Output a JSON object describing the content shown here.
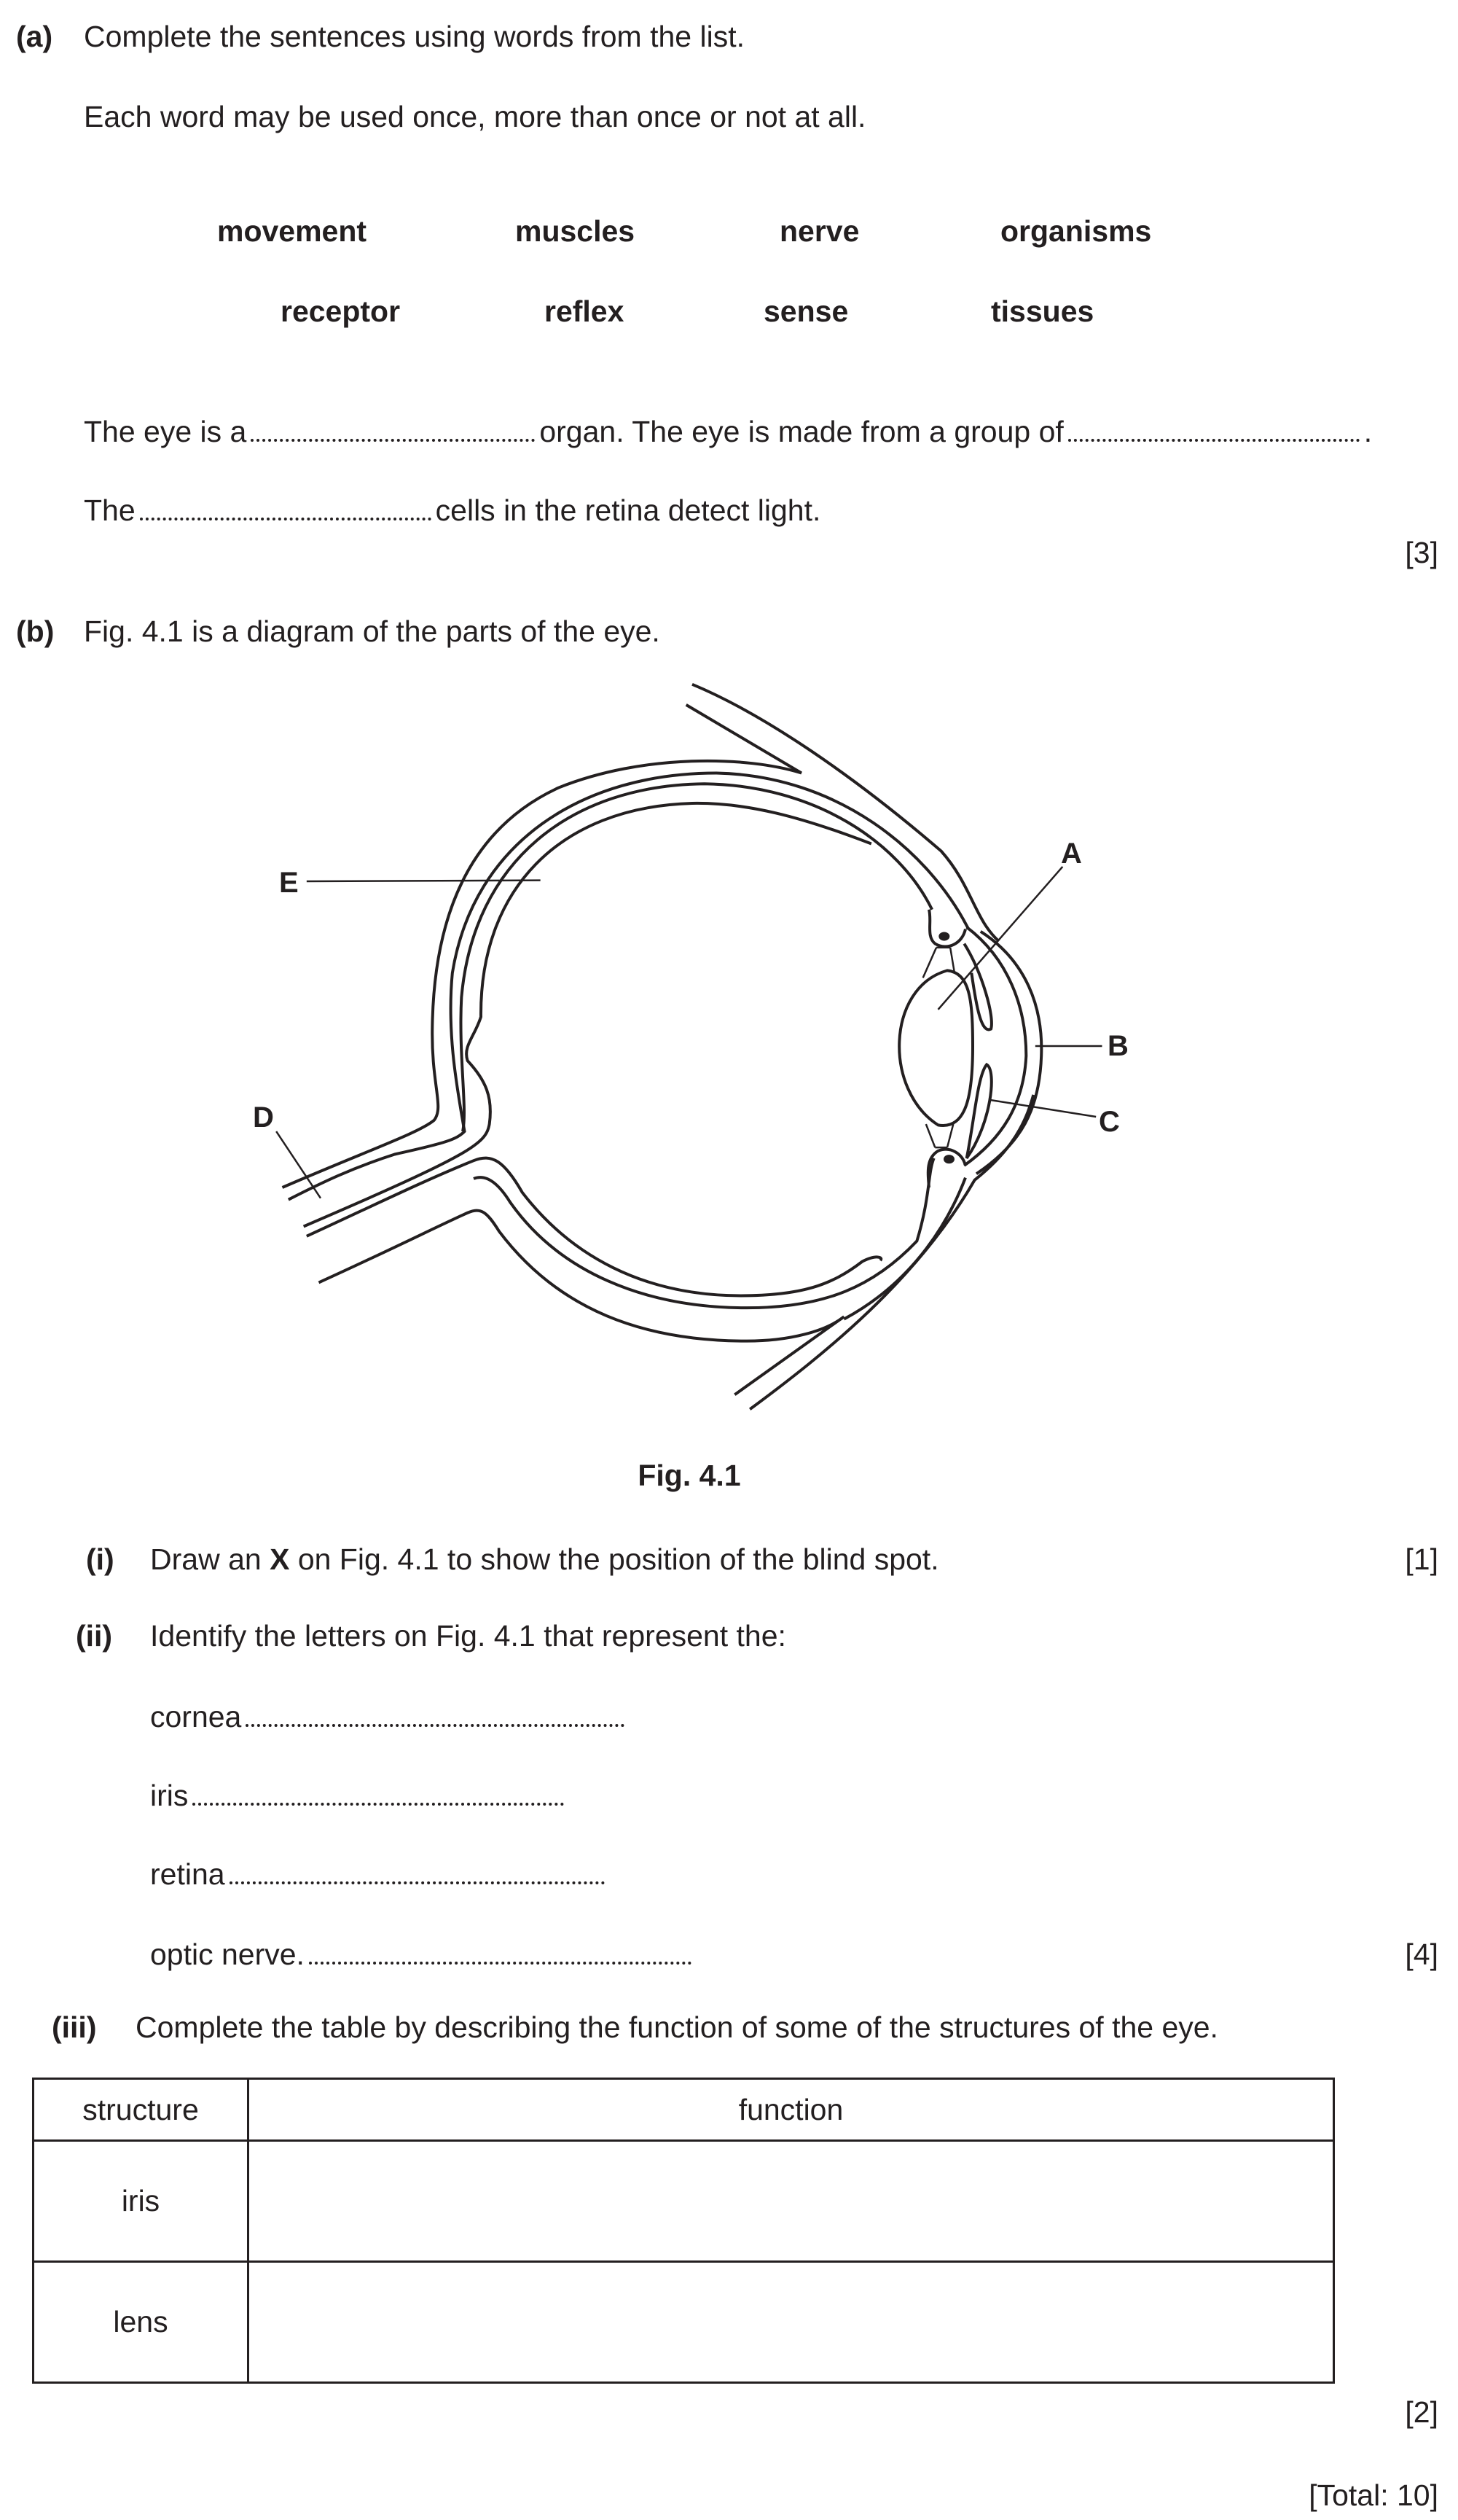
{
  "part_a": {
    "label": "(a)",
    "instruction": "Complete the sentences using words from the list.",
    "note": "Each word may be used once, more than once or not at all.",
    "word_list": [
      "movement",
      "muscles",
      "nerve",
      "organisms",
      "receptor",
      "reflex",
      "sense",
      "tissues"
    ],
    "sentence1_start": "The eye is a",
    "sentence1_mid": "organ. The eye is made from a group of",
    "sentence1_end": ".",
    "sentence2_start": "The",
    "sentence2_end": "cells in the retina detect light.",
    "marks": "[3]"
  },
  "part_b": {
    "label": "(b)",
    "intro": "Fig. 4.1 is a diagram of the parts of the eye.",
    "figure_labels": [
      "A",
      "B",
      "C",
      "D",
      "E"
    ],
    "caption": "Fig. 4.1",
    "q1": {
      "label": "(i)",
      "text_pre": "Draw an ",
      "text_bold": "X",
      "text_post": " on Fig. 4.1 to show the position of the blind spot.",
      "marks": "[1]"
    },
    "q2": {
      "label": "(ii)",
      "text": "Identify the letters on Fig. 4.1 that represent the:",
      "items": [
        "cornea",
        "iris",
        "retina",
        "optic nerve."
      ],
      "marks": "[4]"
    },
    "q3": {
      "label": "(iii)",
      "text": "Complete the table by describing the function of some of the structures of the eye.",
      "table": {
        "headers": [
          "structure",
          "function"
        ],
        "rows": [
          [
            "iris",
            ""
          ],
          [
            "lens",
            ""
          ]
        ]
      },
      "marks": "[2]"
    },
    "total": "[Total: 10]"
  }
}
